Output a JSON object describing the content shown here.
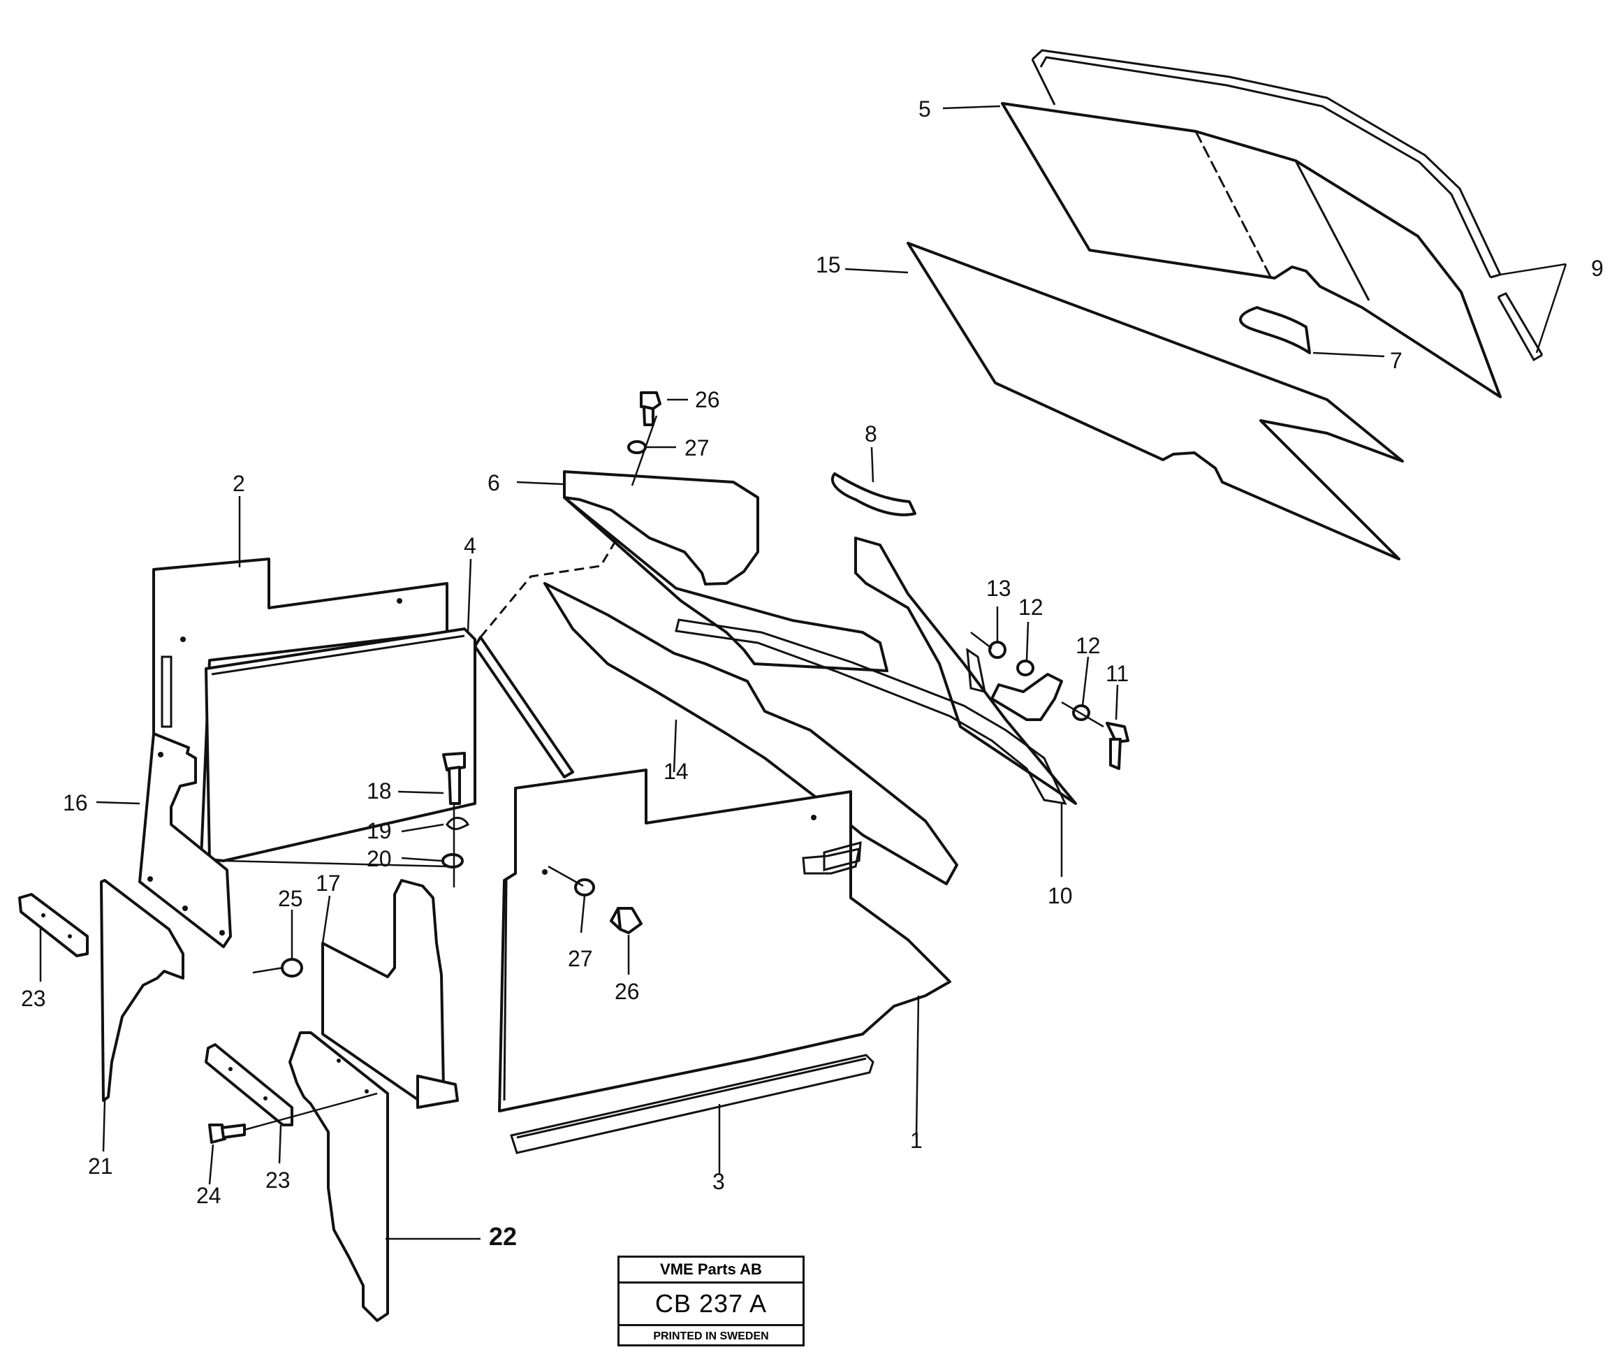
{
  "callouts": {
    "c1": "1",
    "c2": "2",
    "c3": "3",
    "c4": "4",
    "c5": "5",
    "c6": "6",
    "c7": "7",
    "c8": "8",
    "c9": "9",
    "c10": "10",
    "c11": "11",
    "c12a": "12",
    "c12b": "12",
    "c13": "13",
    "c14": "14",
    "c15": "15",
    "c16": "16",
    "c17": "17",
    "c18": "18",
    "c19": "19",
    "c20": "20",
    "c21": "21",
    "c22": "22",
    "c23a": "23",
    "c23b": "23",
    "c24": "24",
    "c25": "25",
    "c26a": "26",
    "c26b": "26",
    "c27a": "27",
    "c27b": "27"
  },
  "title_block": {
    "company": "VME Parts AB",
    "code": "CB 237 A",
    "printed": "PRINTED IN SWEDEN"
  }
}
